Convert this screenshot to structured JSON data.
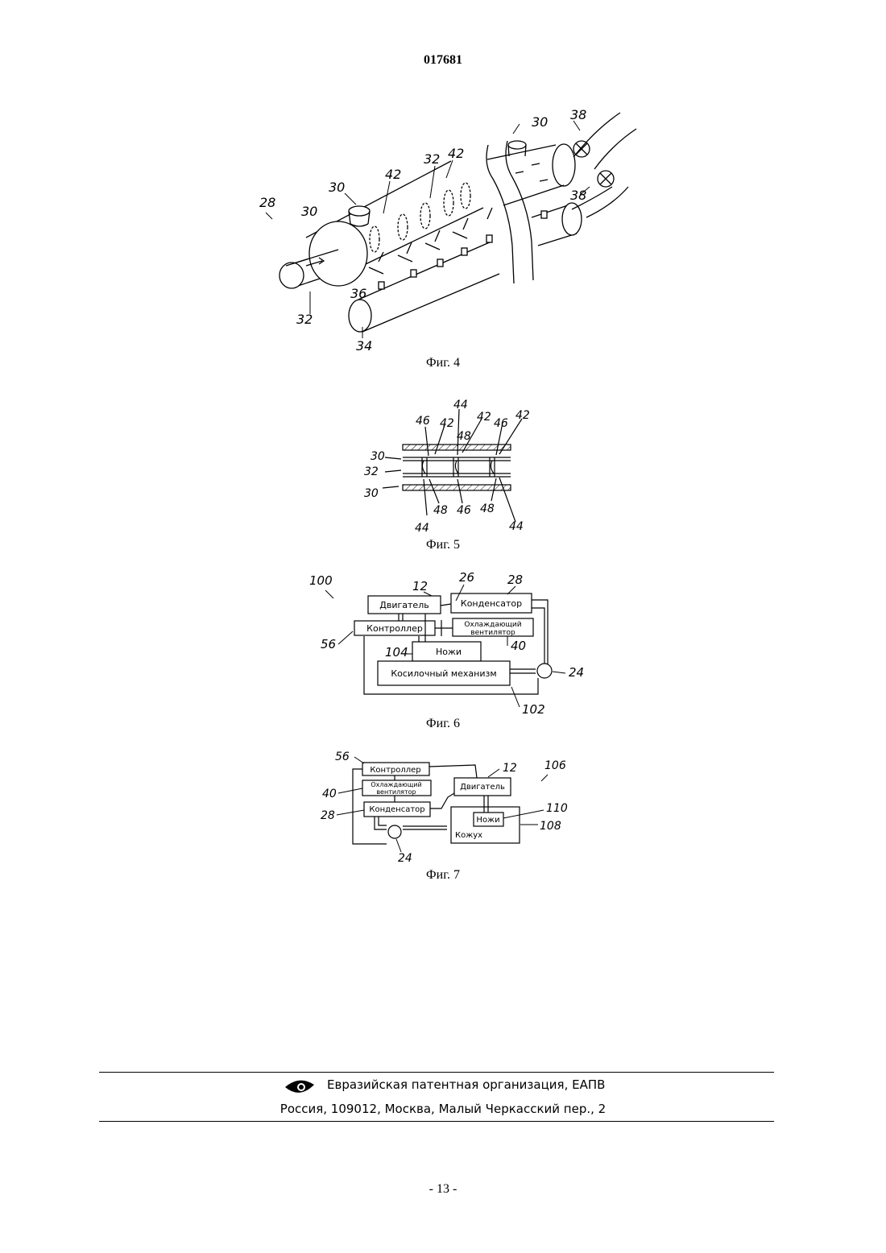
{
  "document": {
    "number": "017681",
    "page_label": "- 13 -"
  },
  "figures": {
    "fig4": {
      "caption": "Фиг. 4",
      "refs": {
        "r28": "28",
        "r30a": "30",
        "r30b": "30",
        "r30c": "30",
        "r42a": "42",
        "r32a": "32",
        "r42b": "42",
        "r38a": "38",
        "r38b": "38",
        "r36": "36",
        "r32b": "32",
        "r34": "34"
      }
    },
    "fig5": {
      "caption": "Фиг. 5",
      "refs": {
        "r44top": "44",
        "r46a": "46",
        "r42a": "42",
        "r48a": "48",
        "r42b": "42",
        "r46b": "46",
        "r42c": "42",
        "r30a": "30",
        "r32": "32",
        "r30b": "30",
        "r48b": "48",
        "r46c": "46",
        "r48c": "48",
        "r44a": "44",
        "r44b": "44"
      }
    },
    "fig6": {
      "caption": "Фиг. 6",
      "blocks": {
        "engine": "Двигатель",
        "condenser": "Конденсатор",
        "controller": "Контроллер",
        "fan_line1": "Охлаждающий",
        "fan_line2": "вентилятор",
        "knives": "Ножи",
        "mower": "Косилочный механизм"
      },
      "refs": {
        "r100": "100",
        "r12": "12",
        "r26": "26",
        "r28": "28",
        "r56": "56",
        "r40": "40",
        "r104": "104",
        "r24": "24",
        "r102": "102"
      }
    },
    "fig7": {
      "caption": "Фиг. 7",
      "blocks": {
        "controller": "Контроллер",
        "fan_line1": "Охлаждающий",
        "fan_line2": "вентилятор",
        "engine": "Двигатель",
        "condenser": "Конденсатор",
        "knives": "Ножи",
        "housing": "Кожух"
      },
      "refs": {
        "r56": "56",
        "r12": "12",
        "r106": "106",
        "r40": "40",
        "r28": "28",
        "r110": "110",
        "r108": "108",
        "r24": "24"
      }
    }
  },
  "footer": {
    "organization": "Евразийская патентная организация, ЕАПВ",
    "address": "Россия, 109012, Москва, Малый Черкасский пер., 2"
  }
}
